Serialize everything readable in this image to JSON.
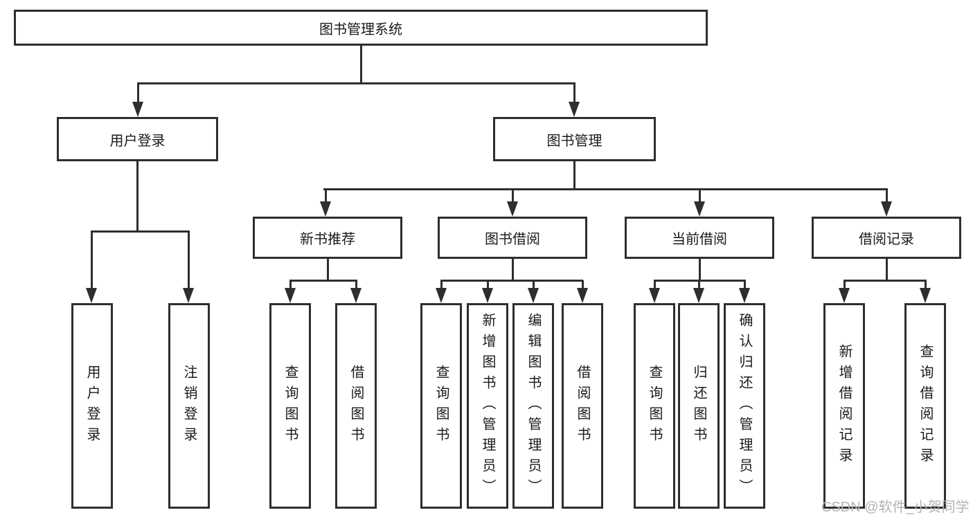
{
  "tree": {
    "root": {
      "label": "图书管理系统",
      "children": [
        {
          "label": "用户登录",
          "children": [
            {
              "label": "用户登录"
            },
            {
              "label": "注销登录"
            }
          ]
        },
        {
          "label": "图书管理",
          "children": [
            {
              "label": "新书推荐",
              "children": [
                {
                  "label": "查询图书"
                },
                {
                  "label": "借阅图书"
                }
              ]
            },
            {
              "label": "图书借阅",
              "children": [
                {
                  "label": "查询图书"
                },
                {
                  "label": "新增图书（管理员）"
                },
                {
                  "label": "编辑图书（管理员）"
                },
                {
                  "label": "借阅图书"
                }
              ]
            },
            {
              "label": "当前借阅",
              "children": [
                {
                  "label": "查询图书"
                },
                {
                  "label": "归还图书"
                },
                {
                  "label": "确认归还（管理员）"
                }
              ]
            },
            {
              "label": "借阅记录",
              "children": [
                {
                  "label": "新增借阅记录"
                },
                {
                  "label": "查询借阅记录"
                }
              ]
            }
          ]
        }
      ]
    },
    "watermark": "CSDN @软件_小贺同学",
    "colors": {
      "line": "#2e2e2e",
      "box_background": "#ffffff",
      "text": "#1a1a1a",
      "watermark": "#b3b3b3"
    }
  }
}
